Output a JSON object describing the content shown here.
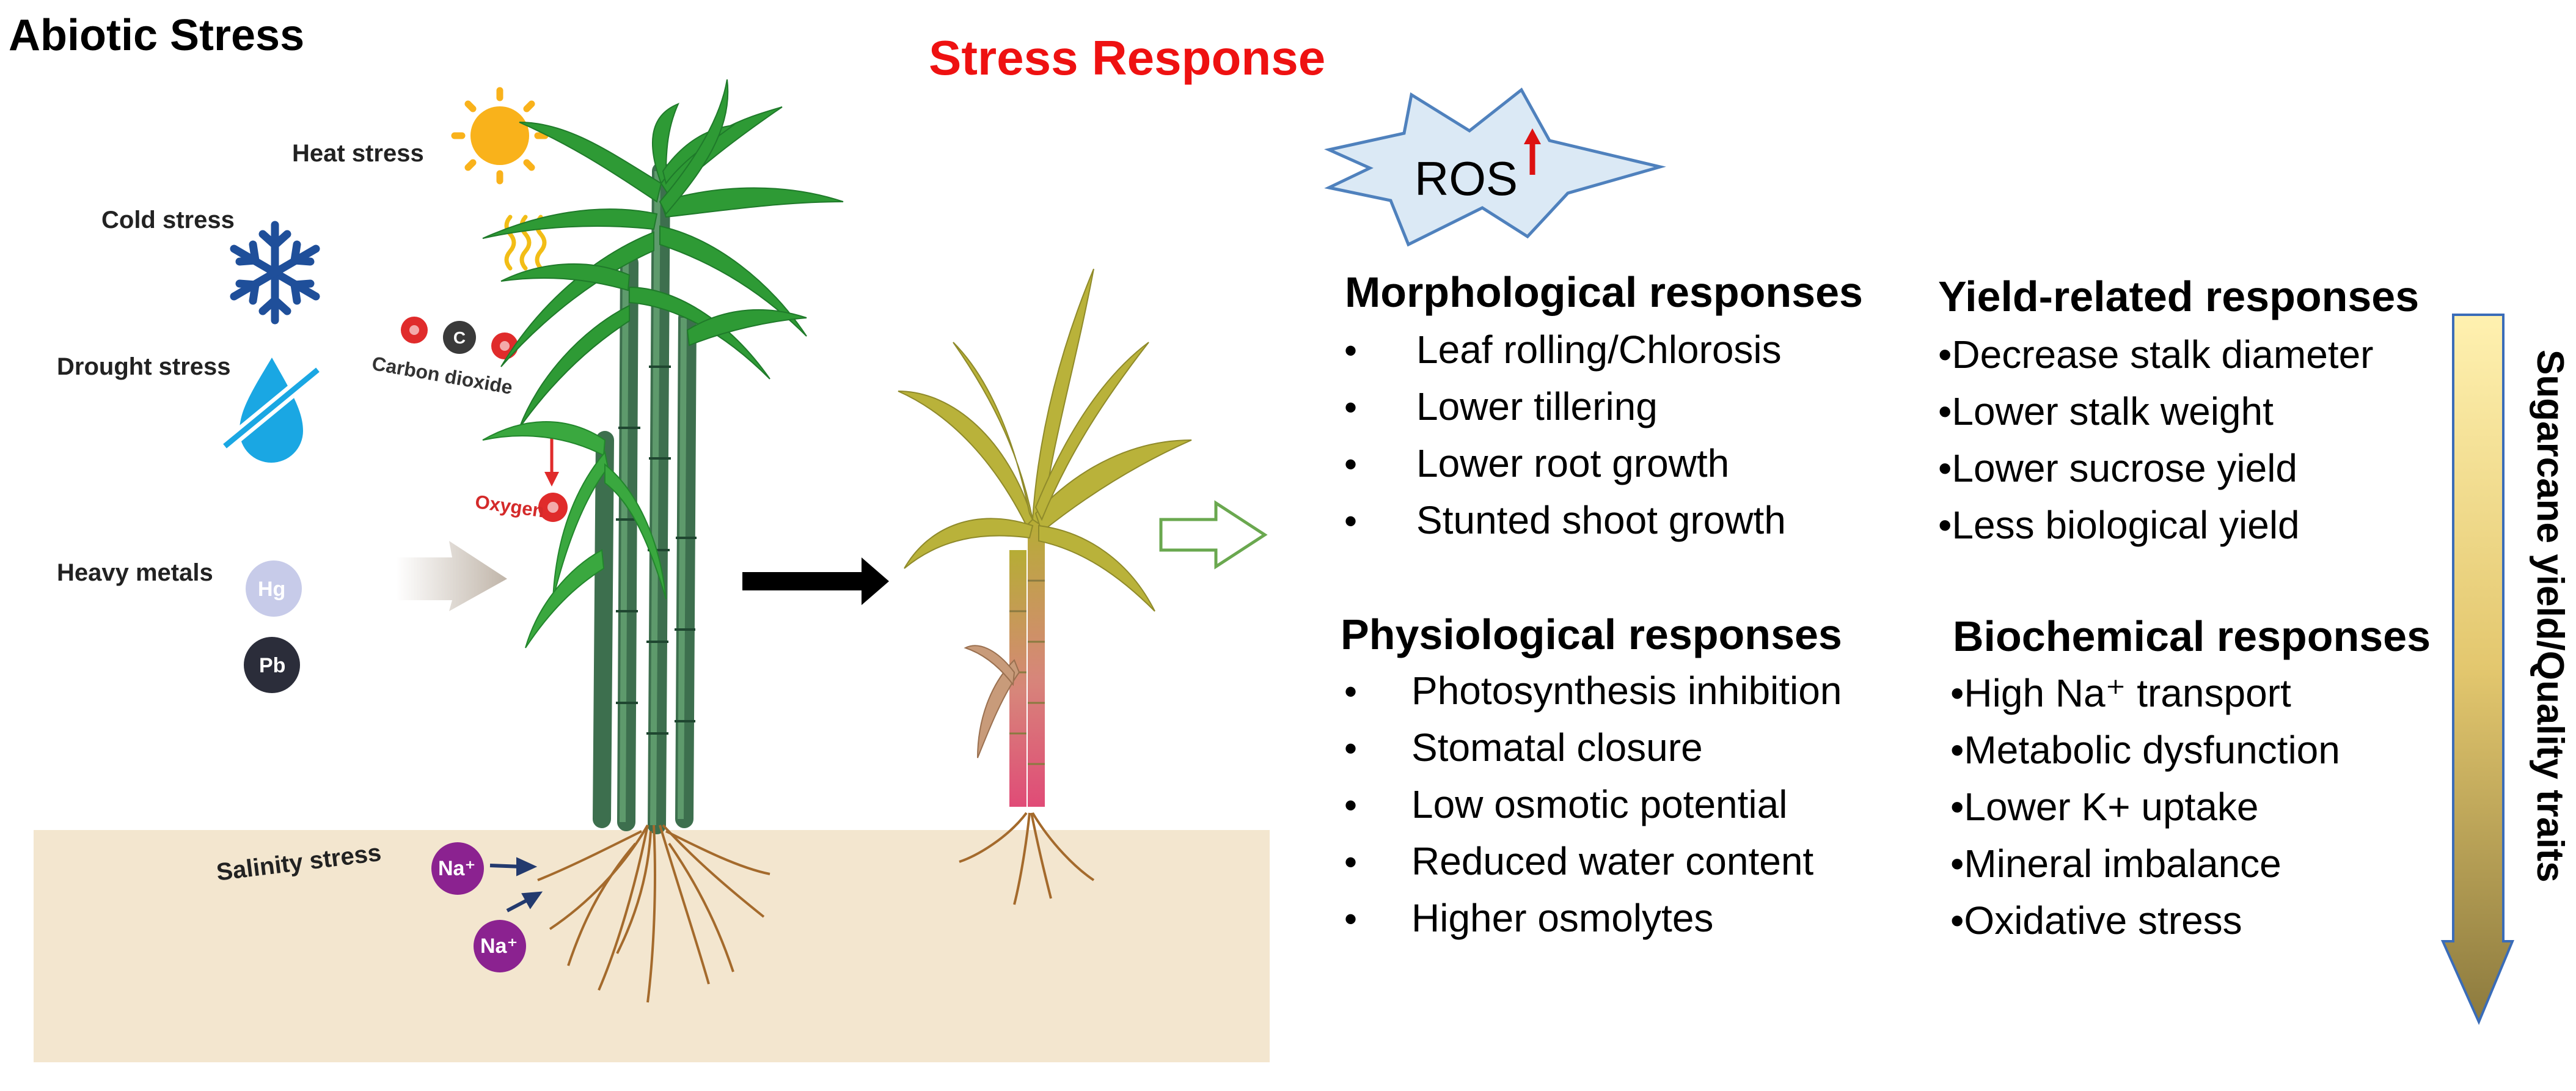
{
  "title": "Abiotic Stress",
  "response_title": "Stress Response",
  "stressors": {
    "heat": "Heat stress",
    "cold": "Cold stress",
    "drought": "Drought stress",
    "carbon_dioxide": "Carbon dioxide",
    "oxygen": "Oxygen",
    "heavy_metals": "Heavy metals",
    "mercury": "Hg",
    "lead": "Pb",
    "salinity": "Salinity stress",
    "sodium": "Na⁺"
  },
  "ros_label": "ROS",
  "ros_arrow": "↑",
  "morphological": {
    "heading": "Morphological responses",
    "bullet": "•",
    "items": [
      "Leaf rolling/Chlorosis",
      "Lower tillering",
      "Lower root growth",
      "Stunted shoot growth"
    ]
  },
  "physiological": {
    "heading": "Physiological responses",
    "bullet": "•",
    "items": [
      "Photosynthesis inhibition",
      "Stomatal closure",
      "Low osmotic potential",
      "Reduced water content",
      "Higher osmolytes"
    ]
  },
  "yield_related": {
    "heading": "Yield-related responses",
    "items": [
      "•Decrease stalk diameter",
      "•Lower stalk weight",
      "•Lower sucrose yield",
      "•Less biological yield"
    ]
  },
  "biochemical": {
    "heading": "Biochemical responses",
    "items": [
      "•High Na⁺ transport",
      "•Metabolic dysfunction",
      "•Lower K+ uptake",
      "•Mineral imbalance",
      "•Oxidative stress"
    ]
  },
  "side_label": "Sugarcane yield/Quality traits",
  "colors": {
    "response_title": "#ee1111",
    "soil": "#f3e6cf",
    "healthy_leaf": "#2e9a35",
    "stressed_leaf": "#b9b23a",
    "root": "#a46a2c",
    "ros_star_fill": "#dbe9f5",
    "ros_star_stroke": "#4f81bd",
    "sodium_ion": "#8b2290",
    "arrow_gradient_top": "#ffeaa0",
    "arrow_gradient_bottom": "#8c7a3e"
  },
  "icons": [
    "sun-icon",
    "heat-waves-icon",
    "snowflake-icon",
    "no-water-drop-icon",
    "co2-molecule-icon",
    "oxygen-atom-icon",
    "mercury-icon",
    "lead-icon",
    "sodium-ion-icon",
    "black-arrow-icon",
    "outline-arrow-icon",
    "gradient-down-arrow-icon"
  ]
}
